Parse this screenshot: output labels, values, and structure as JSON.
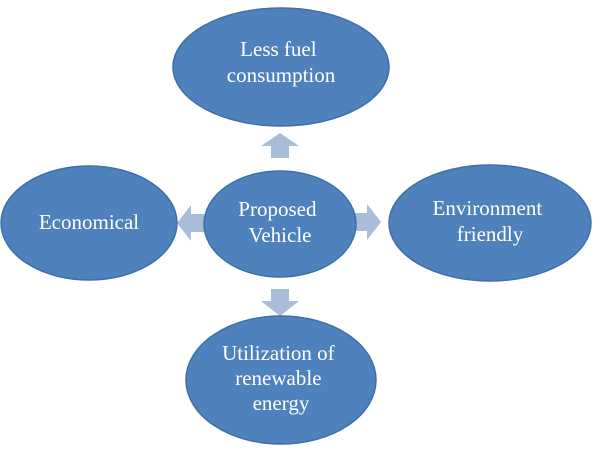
{
  "colors": {
    "node_fill": "#4f81bd",
    "node_border": "#3f6fa8",
    "arrow_fill": "#a9bcd8",
    "text": "#ffffff",
    "background": "#ffffff"
  },
  "center": {
    "lines": [
      "Proposed",
      "Vehicle"
    ]
  },
  "top": {
    "lines": [
      "Less fuel",
      "consumption"
    ]
  },
  "right": {
    "lines": [
      "Environment",
      "friendly"
    ]
  },
  "bottom": {
    "lines": [
      "Utilization of",
      "renewable",
      "energy"
    ]
  },
  "left": {
    "lines": [
      "Economical"
    ]
  }
}
